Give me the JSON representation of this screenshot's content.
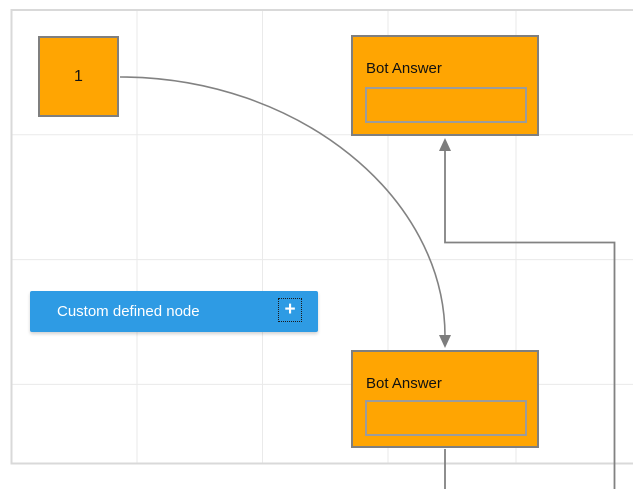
{
  "canvas": {
    "background_color": "#ffffff",
    "grid_line_color": "#eaeaea",
    "canvas_border_color": "#d9d9d9"
  },
  "nodes": {
    "start": {
      "label": "1",
      "fill_color": "#ffa502",
      "border_color": "#7f7f7f"
    },
    "bot_answer_top": {
      "title": "Bot Answer",
      "input_value": "",
      "fill_color": "#ffa502",
      "border_color": "#7f7f7f"
    },
    "bot_answer_bottom": {
      "title": "Bot Answer",
      "input_value": "",
      "fill_color": "#ffa502",
      "border_color": "#7f7f7f"
    },
    "custom_defined": {
      "label": "Custom defined node",
      "fill_color": "#2e9be4",
      "text_color": "#ffffff",
      "add_icon_glyph": "+"
    }
  },
  "connectors": {
    "line_color": "#828282",
    "arrow_color": "#7d7d7d",
    "links": [
      {
        "from": "start",
        "to": "bot_answer_bottom",
        "type": "bezier",
        "arrow": "target"
      },
      {
        "from": "bot_answer_bottom",
        "to": "bot_answer_top",
        "type": "orthogonal",
        "arrow": "target"
      }
    ]
  }
}
